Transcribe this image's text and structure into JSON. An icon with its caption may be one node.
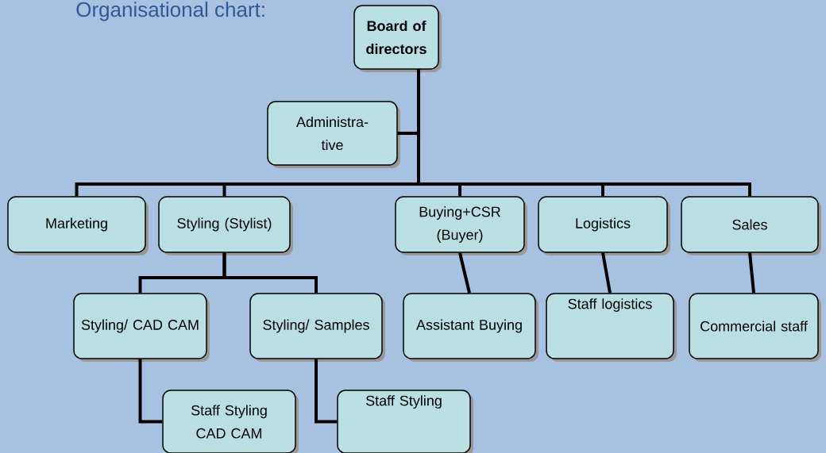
{
  "diagram": {
    "title": "Organisational chart:",
    "nodes": [
      {
        "text": [
          "**Board of directors**"
        ]
      },
      {
        "text": [
          "Administra- tive"
        ]
      },
      {
        "text": [
          "Marketing"
        ]
      },
      {
        "text": [
          "Styling (Stylist)"
        ]
      },
      {
        "text": [
          "Buying+CSR (Buyer)"
        ]
      },
      {
        "text": [
          "Logistics"
        ]
      },
      {
        "text": [
          "Sales"
        ]
      },
      {
        "text": [
          "Styling/ CAD CAM"
        ]
      },
      {
        "text": [
          "Styling/ Samples"
        ]
      },
      {
        "text": [
          "Assistant Buying"
        ]
      },
      {
        "text": [
          "Staff logistics"
        ]
      },
      {
        "text": [
          "Commercial staff"
        ]
      },
      {
        "text": [
          "Staff Styling CAD CAM"
        ]
      },
      {
        "text": [
          "Staff Styling"
        ]
      }
    ],
    "edges": [
      {
        "from": 0,
        "to": 1,
        "arrow": "none"
      },
      {
        "from": 0,
        "to": 2,
        "arrow": "none"
      },
      {
        "from": 0,
        "to": 3,
        "arrow": "none"
      },
      {
        "from": 0,
        "to": 4,
        "arrow": "none"
      },
      {
        "from": 0,
        "to": 5,
        "arrow": "none"
      },
      {
        "from": 0,
        "to": 6,
        "arrow": "none"
      },
      {
        "from": 3,
        "to": 7,
        "arrow": "none"
      },
      {
        "from": 3,
        "to": 8,
        "arrow": "none"
      },
      {
        "from": 4,
        "to": 9,
        "arrow": "none"
      },
      {
        "from": 5,
        "to": 10,
        "arrow": "none"
      },
      {
        "from": 6,
        "to": 11,
        "arrow": "none"
      },
      {
        "from": 7,
        "to": 12,
        "arrow": "none"
      },
      {
        "from": 8,
        "to": 13,
        "arrow": "none"
      }
    ]
  }
}
